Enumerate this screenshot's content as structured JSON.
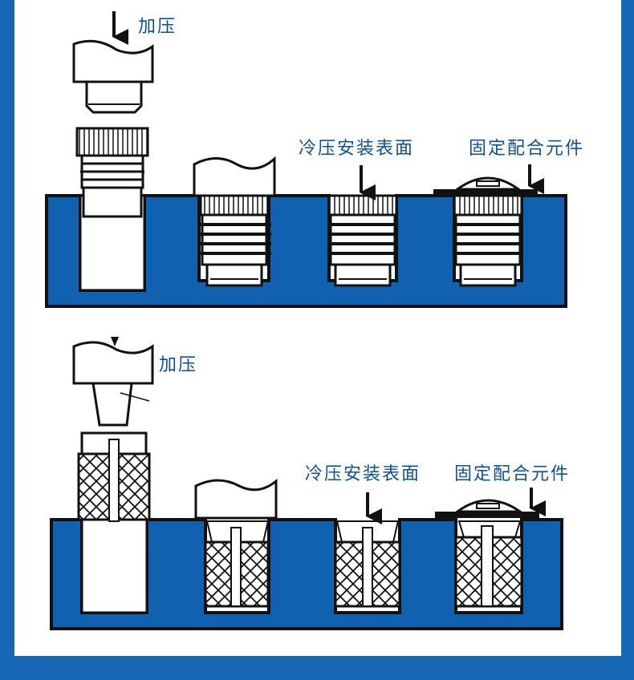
{
  "top_panel": {
    "press_label": "加压",
    "cold_press_label": "冷压安装表面",
    "fixed_part_label": "固定配合元件"
  },
  "bottom_panel": {
    "press_label": "加压",
    "cold_press_label": "冷压安装表面",
    "fixed_part_label": "固定配合元件"
  },
  "colors": {
    "board": "#1062b0",
    "outline": "#111111",
    "label": "#0e4f9a",
    "border": "#1667b4"
  }
}
